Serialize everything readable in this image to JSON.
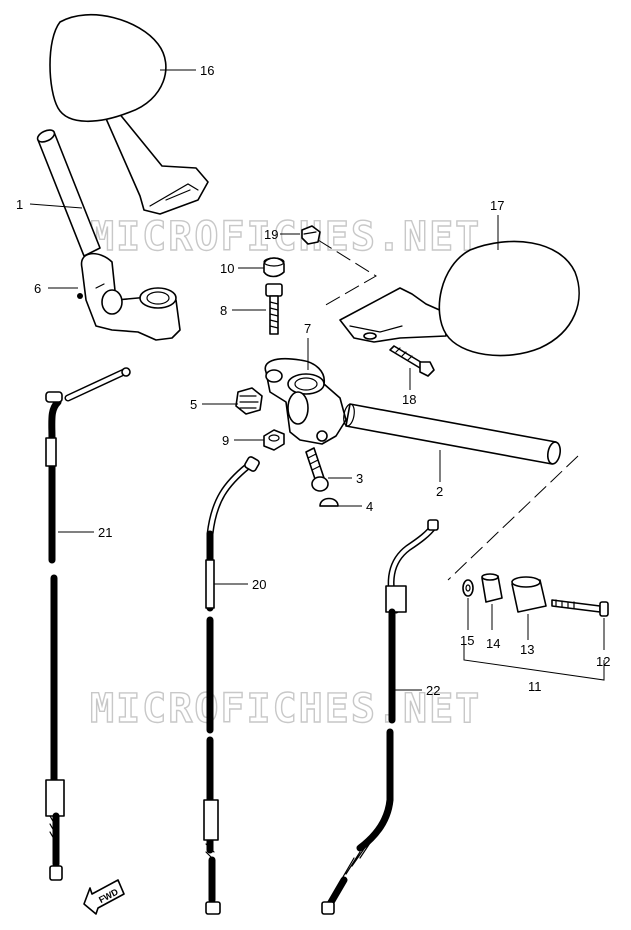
{
  "watermark": "MICROFICHES.NET",
  "callouts": {
    "p1": "1",
    "p2": "2",
    "p3": "3",
    "p4": "4",
    "p5": "5",
    "p6": "6",
    "p7": "7",
    "p8": "8",
    "p9": "9",
    "p10": "10",
    "p11": "11",
    "p12": "12",
    "p13": "13",
    "p14": "14",
    "p15": "15",
    "p16": "16",
    "p17": "17",
    "p18": "18",
    "p19": "19",
    "p20": "20",
    "p21": "21",
    "p22": "22"
  },
  "direction_badge": "FWD"
}
